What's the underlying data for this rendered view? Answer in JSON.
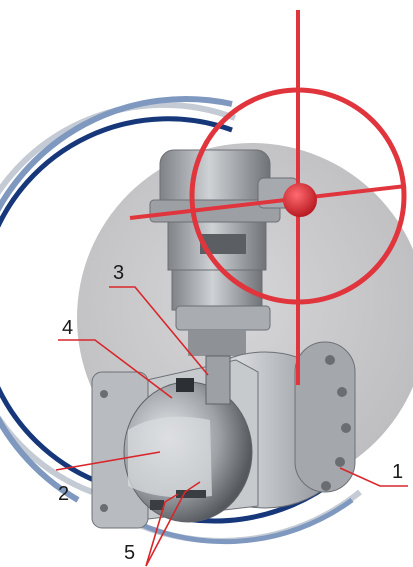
{
  "colors": {
    "leader": "#d9262a",
    "handwheel": "#e0353d",
    "arc_navy": "#16377a",
    "arc_blue": "#7e98bf",
    "arc_light": "#c4cbd4",
    "backdrop": "#c9c9cb",
    "steel": "#b4b8bd"
  },
  "icons": [
    "gear-operator-icon",
    "handwheel-icon",
    "ball-valve-icon"
  ],
  "callouts": [
    {
      "id": "1",
      "label": "1"
    },
    {
      "id": "2",
      "label": "2"
    },
    {
      "id": "3",
      "label": "3"
    },
    {
      "id": "4",
      "label": "4"
    },
    {
      "id": "5",
      "label": "5"
    }
  ]
}
